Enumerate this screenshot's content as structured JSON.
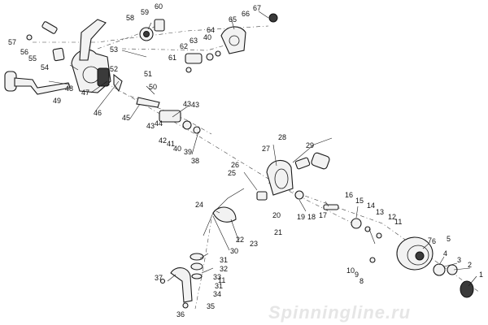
{
  "watermark": "Spinningline.ru",
  "labels": [
    "1",
    "2",
    "3",
    "4",
    "5",
    "6",
    "7",
    "8",
    "9",
    "10",
    "11",
    "11",
    "12",
    "13",
    "14",
    "15",
    "16",
    "17",
    "18",
    "19",
    "20",
    "21",
    "22",
    "23",
    "24",
    "25",
    "26",
    "27",
    "28",
    "29",
    "30",
    "31",
    "31",
    "32",
    "33",
    "34",
    "35",
    "36",
    "37",
    "38",
    "39",
    "40",
    "40",
    "41",
    "42",
    "43",
    "43",
    "43",
    "44",
    "45",
    "46",
    "47",
    "48",
    "49",
    "50",
    "51",
    "52",
    "53",
    "54",
    "55",
    "56",
    "57",
    "58",
    "59",
    "60",
    "61",
    "62",
    "63",
    "64",
    "65",
    "66",
    "67"
  ]
}
